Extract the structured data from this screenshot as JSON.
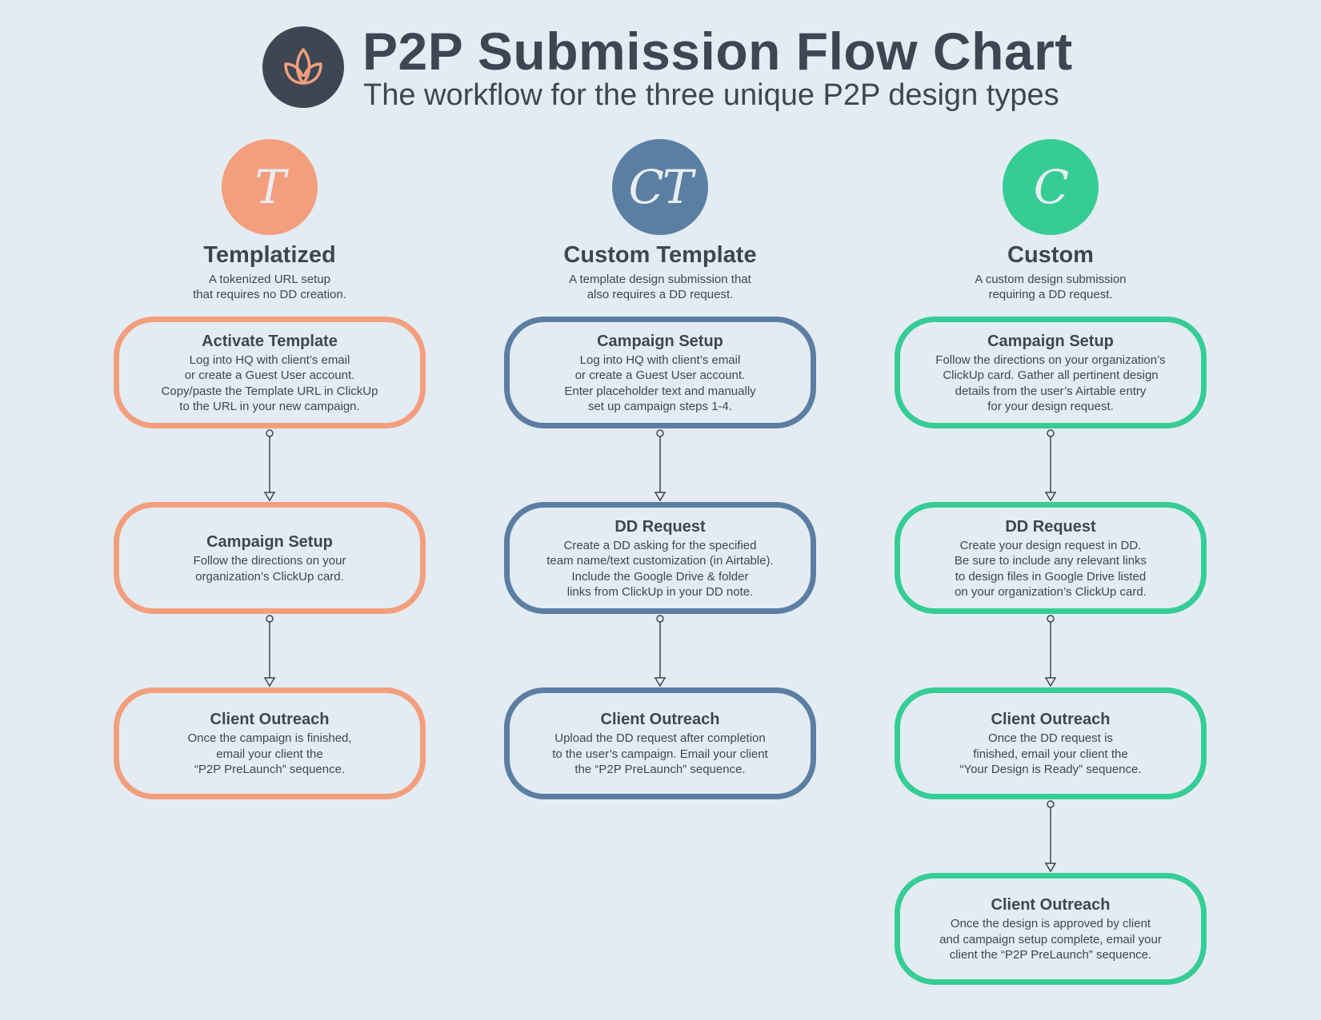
{
  "header": {
    "title": "P2P Submission Flow Chart",
    "subtitle": "The workflow for the three unique P2P design types"
  },
  "colors": {
    "background": "#e4ecf3",
    "dark": "#3d4652",
    "templatized": "#f39f7e",
    "custom_template": "#5b7fa3",
    "custom": "#35cd93"
  },
  "columns": [
    {
      "badge": "T",
      "name": "Templatized",
      "desc": "A tokenized URL setup\nthat requires no DD creation.",
      "color": "#f39f7e",
      "steps": [
        {
          "title": "Activate Template",
          "text": "Log into HQ with client’s email\nor create a Guest User account.\nCopy/paste the Template URL in ClickUp\nto the URL in your new campaign."
        },
        {
          "title": "Campaign Setup",
          "text": "Follow the directions on your\norganization’s ClickUp card."
        },
        {
          "title": "Client Outreach",
          "text": "Once the campaign is finished,\nemail your client the\n“P2P PreLaunch” sequence."
        }
      ]
    },
    {
      "badge": "CT",
      "name": "Custom Template",
      "desc": "A template design submission that\nalso requires a DD request.",
      "color": "#5b7fa3",
      "steps": [
        {
          "title": "Campaign Setup",
          "text": "Log into HQ with client’s email\nor create a Guest User account.\nEnter placeholder text and manually\nset up campaign steps 1-4."
        },
        {
          "title": "DD Request",
          "text": "Create a DD asking for the specified\nteam name/text customization (in Airtable).\nInclude the Google Drive & folder\nlinks from ClickUp in your DD note."
        },
        {
          "title": "Client Outreach",
          "text": "Upload the DD request after completion\nto the user’s campaign.  Email your client\nthe “P2P PreLaunch” sequence."
        }
      ]
    },
    {
      "badge": "C",
      "name": "Custom",
      "desc": "A custom design submission\nrequiring a DD request.",
      "color": "#35cd93",
      "steps": [
        {
          "title": "Campaign Setup",
          "text": "Follow the directions on your organization’s\nClickUp card.  Gather all pertinent design\ndetails from the user’s Airtable entry\nfor your design request."
        },
        {
          "title": "DD Request",
          "text": "Create your design request in DD.\nBe sure to include any relevant links\nto design files in Google Drive listed\non your organization’s ClickUp card."
        },
        {
          "title": "Client Outreach",
          "text": "Once the DD request is\nfinished, email your client the\n“Your Design is Ready” sequence."
        },
        {
          "title": "Client Outreach",
          "text": "Once the design is approved by client\nand campaign setup complete, email your\nclient the “P2P PreLaunch” sequence."
        }
      ]
    }
  ]
}
